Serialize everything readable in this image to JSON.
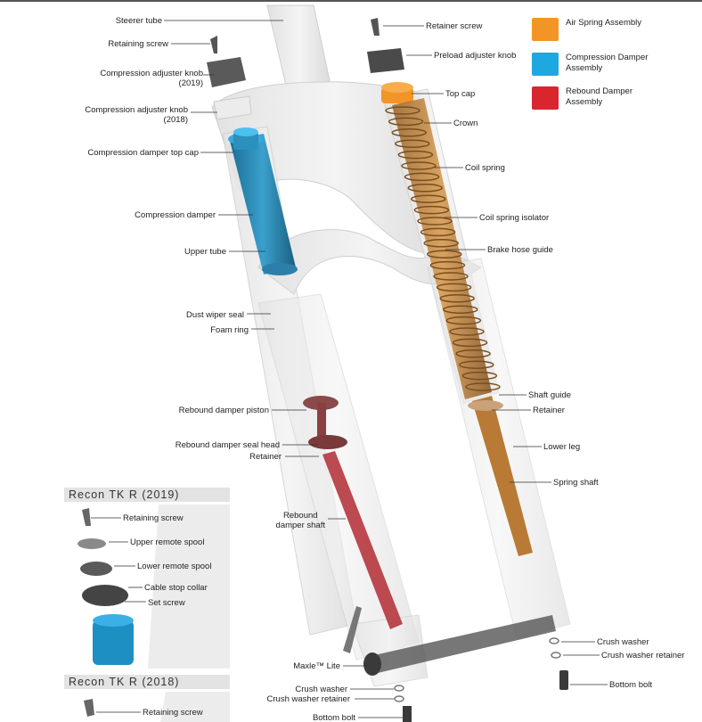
{
  "labels": {
    "steerer_tube": "Steerer tube",
    "retaining_screw": "Retaining screw",
    "compression_adjuster_knob_2019": "Compression adjuster knob\n(2019)",
    "compression_adjuster_knob_2018": "Compression adjuster knob\n(2018)",
    "compression_damper_top_cap": "Compression damper top cap",
    "compression_damper": "Compression damper",
    "upper_tube": "Upper tube",
    "dust_wiper_seal": "Dust wiper seal",
    "foam_ring": "Foam ring",
    "rebound_damper_piston": "Rebound damper piston",
    "rebound_damper_seal_head": "Rebound damper seal head",
    "retainer_left": "Retainer",
    "rebound_damper_shaft": "Rebound\ndamper shaft",
    "retainer_screw": "Retainer screw",
    "preload_adjuster_knob": "Preload adjuster knob",
    "top_cap": "Top cap",
    "crown": "Crown",
    "coil_spring": "Coil spring",
    "coil_spring_isolator": "Coil spring isolator",
    "brake_hose_guide": "Brake hose guide",
    "shaft_guide": "Shaft guide",
    "retainer_right": "Retainer",
    "lower_leg": "Lower leg",
    "spring_shaft": "Spring shaft",
    "crush_washer_right": "Crush washer",
    "crush_washer_retainer_right": "Crush washer retainer",
    "bottom_bolt_right": "Bottom bolt",
    "maxle_lite": "Maxle™ Lite",
    "crush_washer_bottom": "Crush washer",
    "crush_washer_retainer_bottom": "Crush washer retainer",
    "bottom_bolt_bottom": "Bottom bolt"
  },
  "legend": [
    {
      "label": "Air Spring Assembly",
      "color": "#f39526"
    },
    {
      "label": "Compression Damper\nAssembly",
      "color": "#1ea8e0"
    },
    {
      "label": "Rebound Damper\nAssembly",
      "color": "#d9262e"
    }
  ],
  "inset_2019": {
    "title": "Recon TK R (2019)",
    "retaining_screw": "Retaining screw",
    "upper_remote_spool": "Upper remote spool",
    "lower_remote_spool": "Lower remote spool",
    "cable_stop_collar": "Cable stop collar",
    "set_screw": "Set screw"
  },
  "inset_2018": {
    "title": "Recon TK R (2018)",
    "retaining_screw": "Retaining screw"
  }
}
